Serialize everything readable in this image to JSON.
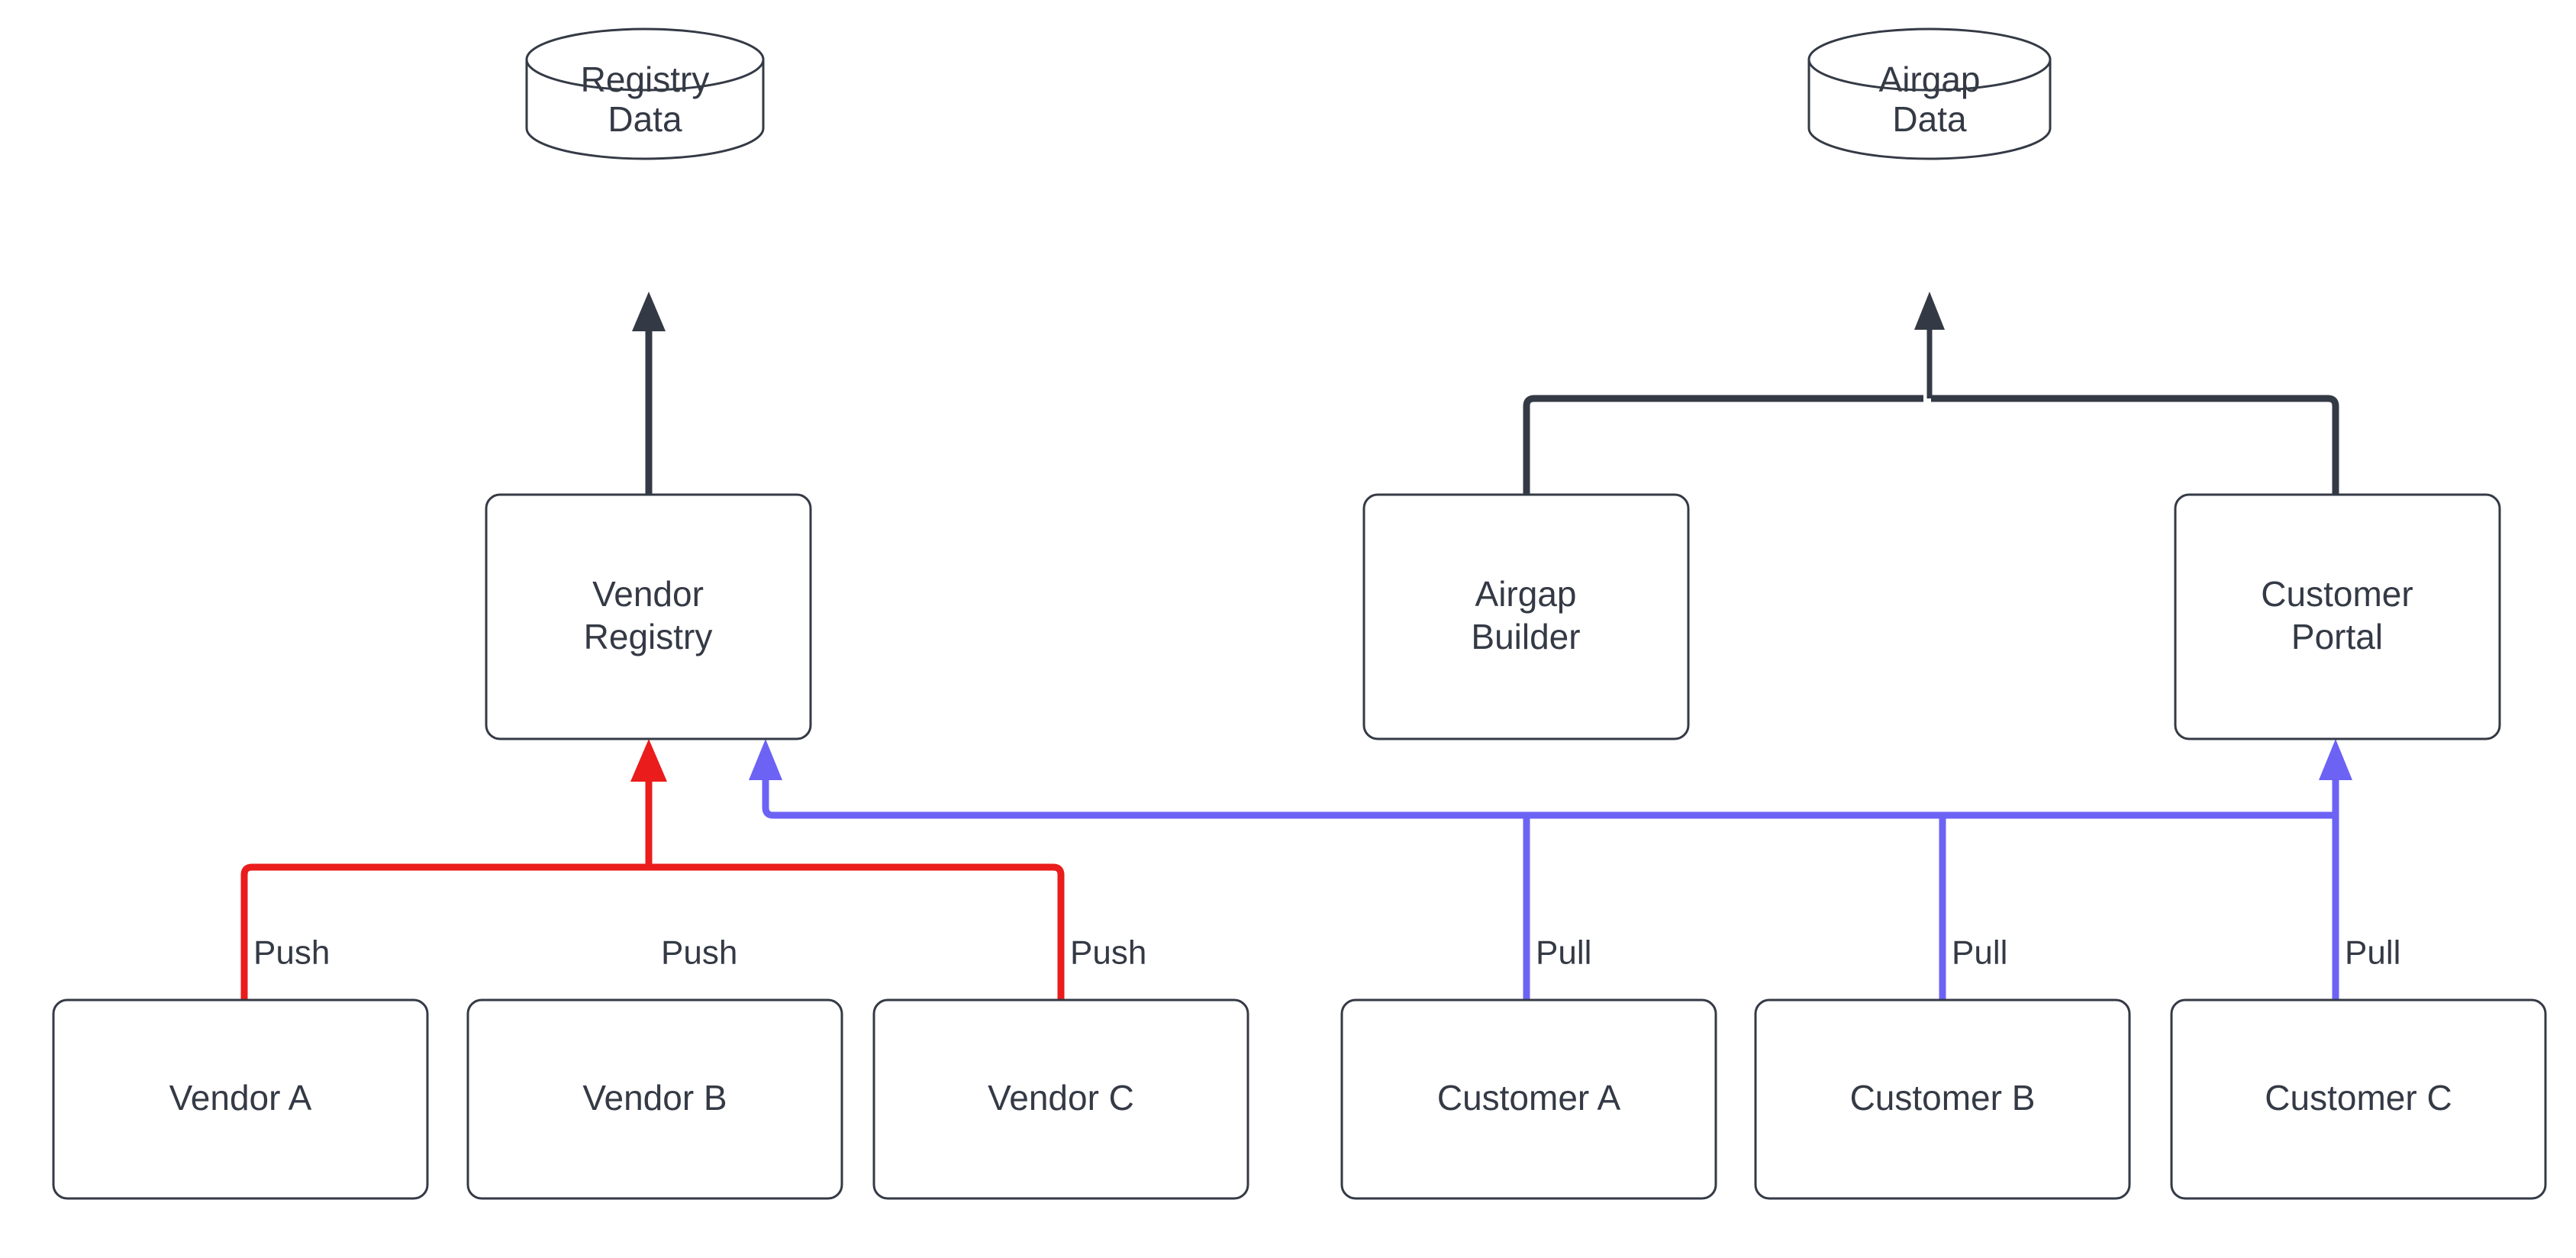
{
  "diagram": {
    "title": "Vendor Registry / Airgap Distribution Flow",
    "background": "#ffffff",
    "colors": {
      "stroke": "#343a45",
      "node_fill": "#ffffff",
      "push_edge": "#EA1C1C",
      "pull_edge": "#6C63F5",
      "text": "#343a45"
    },
    "nodes": {
      "registry_data": {
        "label_line1": "Registry",
        "label_line2": "Data",
        "shape": "cylinder"
      },
      "airgap_data": {
        "label_line1": "Airgap",
        "label_line2": "Data",
        "shape": "cylinder"
      },
      "vendor_registry": {
        "label_line1": "Vendor",
        "label_line2": "Registry",
        "shape": "rounded-rect"
      },
      "airgap_builder": {
        "label_line1": "Airgap",
        "label_line2": "Builder",
        "shape": "rounded-rect"
      },
      "customer_portal": {
        "label_line1": "Customer",
        "label_line2": "Portal",
        "shape": "rounded-rect"
      },
      "vendor_a": {
        "label": "Vendor A",
        "shape": "rounded-rect"
      },
      "vendor_b": {
        "label": "Vendor B",
        "shape": "rounded-rect"
      },
      "vendor_c": {
        "label": "Vendor C",
        "shape": "rounded-rect"
      },
      "customer_a": {
        "label": "Customer A",
        "shape": "rounded-rect"
      },
      "customer_b": {
        "label": "Customer B",
        "shape": "rounded-rect"
      },
      "customer_c": {
        "label": "Customer C",
        "shape": "rounded-rect"
      }
    },
    "edge_labels": {
      "push_a": "Push",
      "push_b": "Push",
      "push_c": "Push",
      "pull_a": "Pull",
      "pull_b": "Pull",
      "pull_c": "Pull"
    },
    "edges": [
      {
        "from": "vendor_registry",
        "to": "registry_data",
        "color": "#343a45",
        "label": ""
      },
      {
        "from": "airgap_builder",
        "to": "airgap_data",
        "color": "#343a45",
        "label": ""
      },
      {
        "from": "customer_portal",
        "to": "airgap_data",
        "color": "#343a45",
        "label": ""
      },
      {
        "from": "vendor_a",
        "to": "vendor_registry",
        "color": "#EA1C1C",
        "label": "Push"
      },
      {
        "from": "vendor_b",
        "to": "vendor_registry",
        "color": "#EA1C1C",
        "label": "Push"
      },
      {
        "from": "vendor_c",
        "to": "vendor_registry",
        "color": "#EA1C1C",
        "label": "Push"
      },
      {
        "from": "customer_a",
        "to": "vendor_registry",
        "color": "#6C63F5",
        "label": "Pull"
      },
      {
        "from": "customer_b",
        "to": "vendor_registry",
        "color": "#6C63F5",
        "label": "Pull"
      },
      {
        "from": "customer_c",
        "to": "customer_portal",
        "color": "#6C63F5",
        "label": "Pull"
      }
    ]
  }
}
